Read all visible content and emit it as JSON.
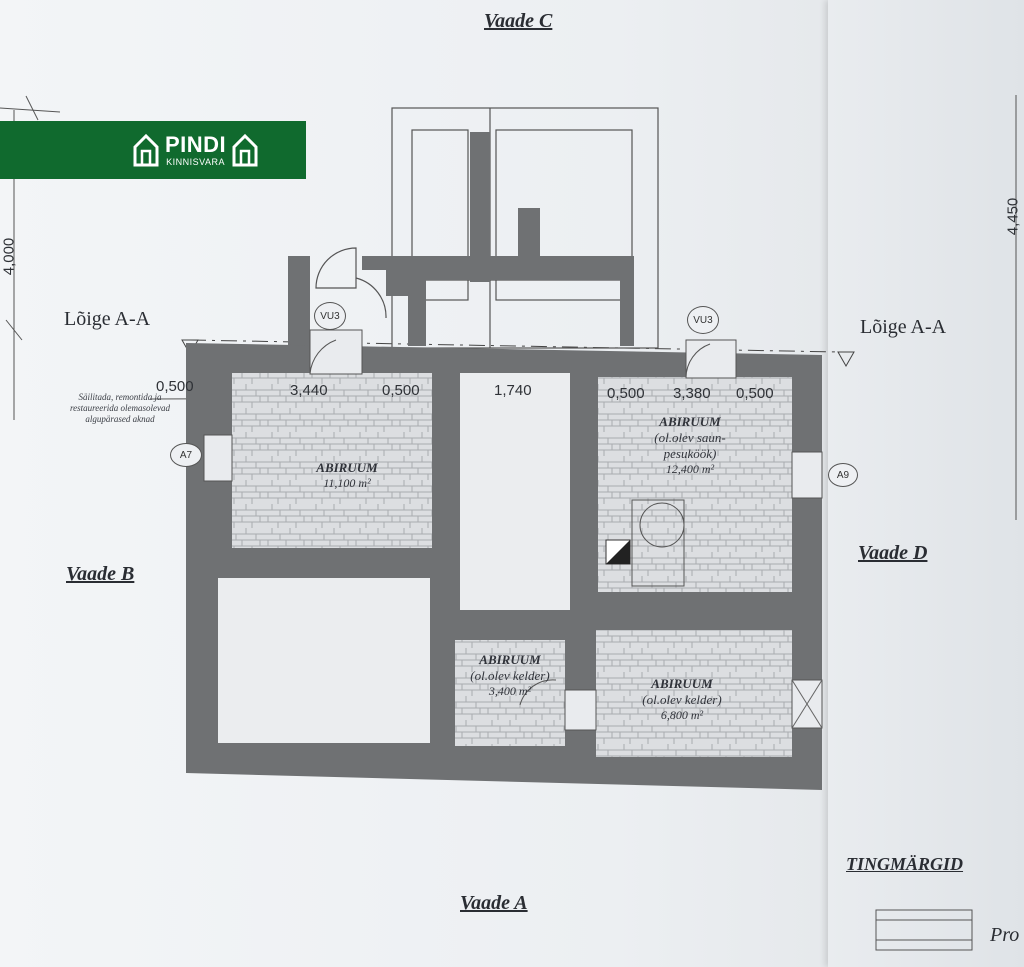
{
  "views": {
    "top": "Vaade C",
    "left": "Vaade B",
    "right": "Vaade D",
    "bottom": "Vaade A"
  },
  "section": {
    "left": "Lõige A-A",
    "right": "Lõige A-A"
  },
  "dimensions": {
    "d1": "0,500",
    "d2": "3,440",
    "d3": "0,500",
    "d4": "1,740",
    "d5": "0,500",
    "d6": "3,380",
    "d7": "0,500",
    "left_vertical": "4,000",
    "right_vertical": "4,450"
  },
  "note": {
    "line1": "Säilitada, remontida ja",
    "line2": "restaureerida olemasolevad",
    "line3": "algupärased aknad"
  },
  "tags": {
    "vu3_left": "VU3",
    "vu3_right": "VU3",
    "a7": "A7",
    "a9": "A9"
  },
  "rooms": {
    "r1_name": "ABIRUUM",
    "r1_area": "11,100 m²",
    "r2_name": "ABIRUUM",
    "r2_sub1": "(ol.olev saun-",
    "r2_sub2": "pesuköök)",
    "r2_area": "12,400 m²",
    "r3_name": "ABIRUUM",
    "r3_sub": "(ol.olev kelder)",
    "r3_area": "3,400 m²",
    "r4_name": "ABIRUUM",
    "r4_sub": "(ol.olev kelder)",
    "r4_area": "6,800 m²"
  },
  "legend": {
    "title": "TINGMÄRGID",
    "item": "Pro"
  },
  "logo": {
    "name": "PINDI",
    "sub": "KINNISVARA"
  },
  "colors": {
    "wall": "#6f7173",
    "stone_fill": "#d9dbde",
    "brand_green": "#106a2e"
  }
}
